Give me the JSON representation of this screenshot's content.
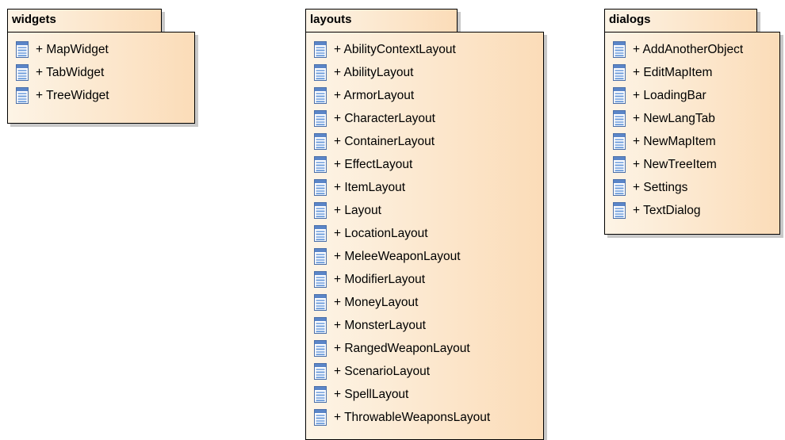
{
  "packages": [
    {
      "id": "widgets",
      "title": "widgets",
      "items": [
        "+ MapWidget",
        "+ TabWidget",
        "+ TreeWidget"
      ]
    },
    {
      "id": "layouts",
      "title": "layouts",
      "items": [
        "+ AbilityContextLayout",
        "+ AbilityLayout",
        "+ ArmorLayout",
        "+ CharacterLayout",
        "+ ContainerLayout",
        "+ EffectLayout",
        "+ ItemLayout",
        "+ Layout",
        "+ LocationLayout",
        "+ MeleeWeaponLayout",
        "+ ModifierLayout",
        "+ MoneyLayout",
        "+ MonsterLayout",
        "+ RangedWeaponLayout",
        "+ ScenarioLayout",
        "+ SpellLayout",
        "+ ThrowableWeaponsLayout"
      ]
    },
    {
      "id": "dialogs",
      "title": "dialogs",
      "items": [
        "+ AddAnotherObject",
        "+ EditMapItem",
        "+ LoadingBar",
        "+ NewLangTab",
        "+ NewMapItem",
        "+ NewTreeItem",
        "+ Settings",
        "+ TextDialog"
      ]
    }
  ],
  "icon": "class-form-icon"
}
